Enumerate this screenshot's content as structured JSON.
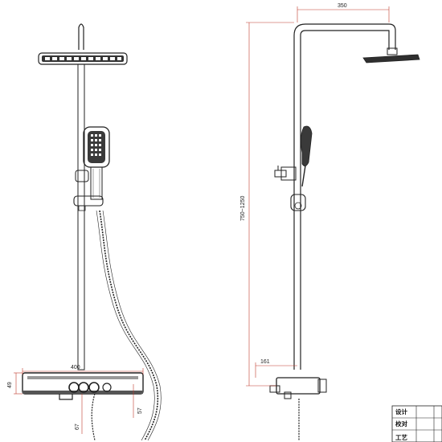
{
  "dimensions": {
    "arm_length": "350",
    "rail_height_range": "750~1250",
    "shelf_width": "400",
    "shelf_height": "49",
    "spout_offset": "67",
    "outlet_drop": "57",
    "shelf_depth": "161"
  },
  "title_block": {
    "rows": [
      "设计",
      "校对",
      "工艺"
    ]
  },
  "colors": {
    "line": "#222222",
    "dimension_line": "#c0392b"
  }
}
